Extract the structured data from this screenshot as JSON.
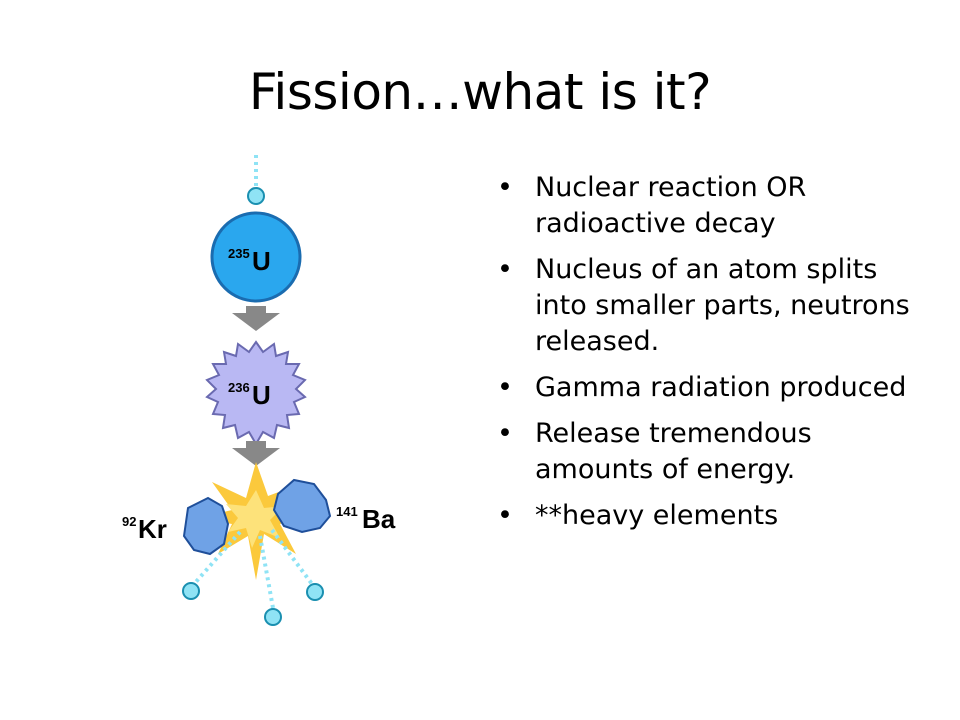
{
  "title": "Fission…what is it?",
  "diagram": {
    "uranium235": {
      "mass": "235",
      "symbol": "U"
    },
    "uranium236": {
      "mass": "236",
      "symbol": "U"
    },
    "krypton": {
      "mass": "92",
      "symbol": "Kr"
    },
    "barium": {
      "mass": "141",
      "symbol": "Ba"
    },
    "colors": {
      "neutron": "#8fe3f5",
      "u235": "#2aa7ee",
      "u236": "#b9b8f3",
      "flash": "#fbc93c",
      "fragment": "#6fa2e6",
      "arrow": "#888888"
    }
  },
  "bullets": [
    {
      "marker": "•",
      "text": "Nuclear reaction OR radioactive decay"
    },
    {
      "marker": "•",
      "text": "Nucleus of an atom splits into smaller parts, neutrons released."
    },
    {
      "marker": "•",
      "text": "Gamma radiation produced"
    },
    {
      "marker": "•",
      "text": "Release tremendous amounts of energy."
    },
    {
      "marker": "•",
      "text": "**heavy elements"
    }
  ]
}
